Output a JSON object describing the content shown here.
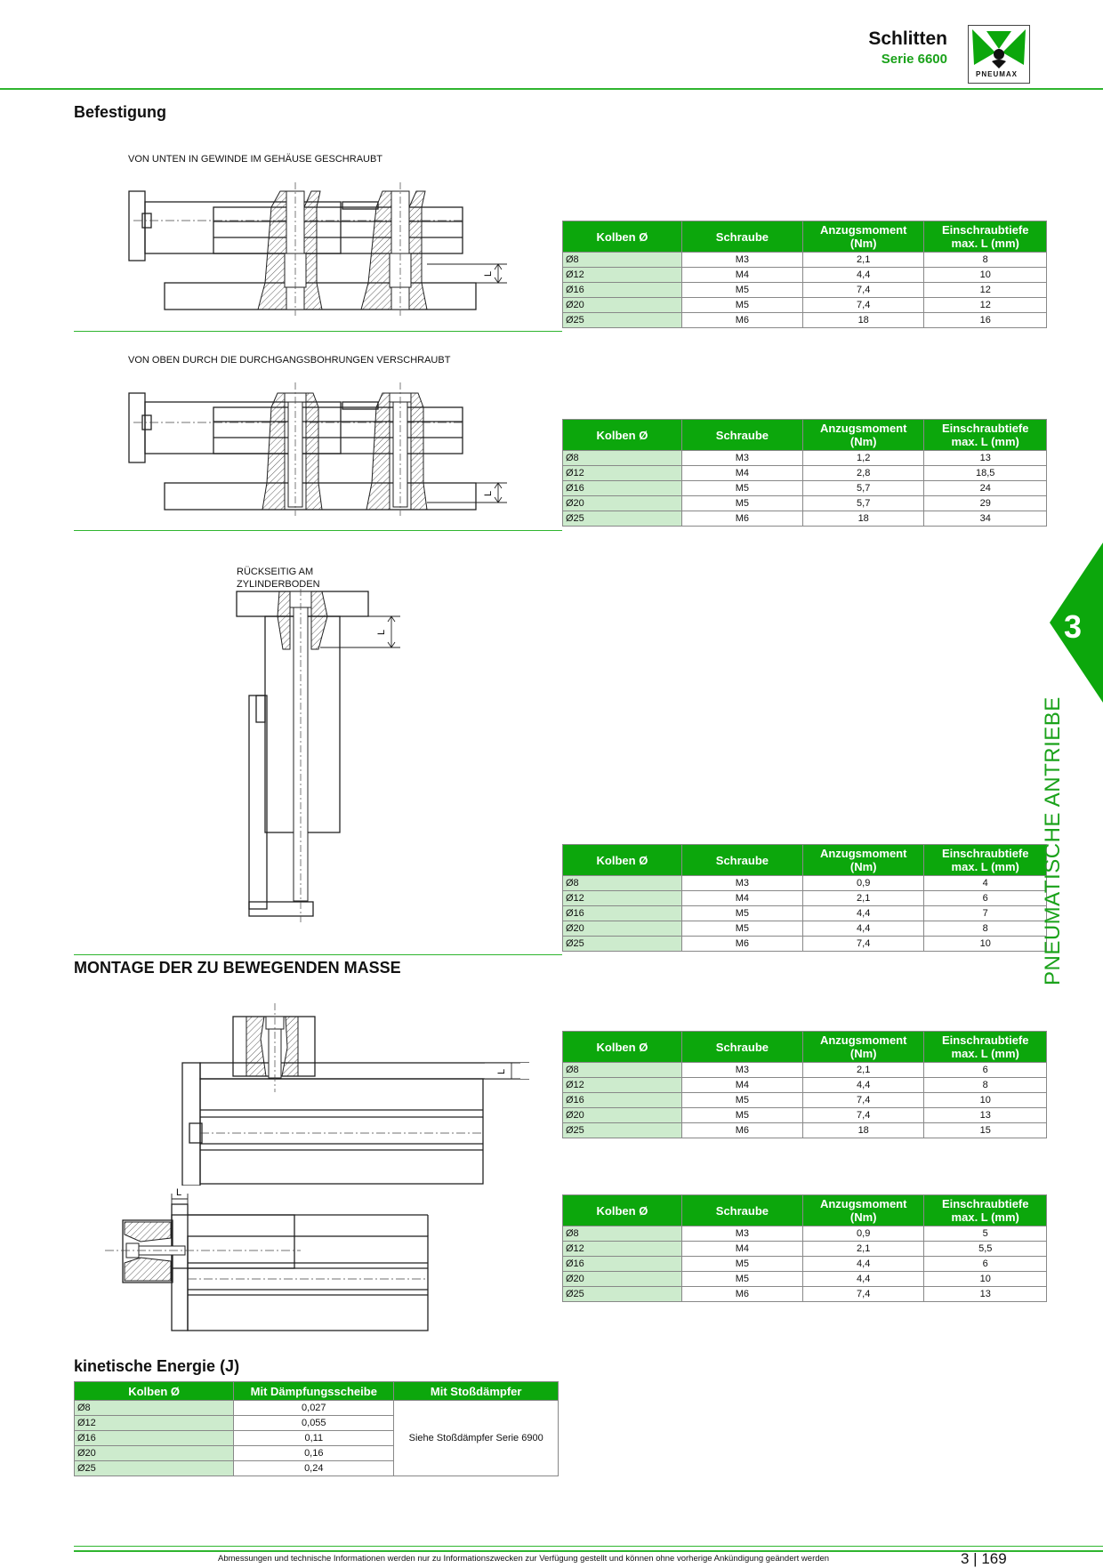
{
  "header": {
    "title": "Schlitten",
    "subtitle": "Serie 6600",
    "logo_text": "PNEUMAX"
  },
  "sections": {
    "befestigung": "Befestigung",
    "caption1": "VON UNTEN IN GEWINDE IM GEHÄUSE GESCHRAUBT",
    "caption2": "VON OBEN DURCH DIE DURCHGANGSBOHRUNGEN VERSCHRAUBT",
    "caption3_line1": "RÜCKSEITIG AM",
    "caption3_line2": "ZYLINDERBODEN",
    "montage": "MONTAGE DER ZU BEWEGENDEN MASSE",
    "kinetic": "kinetische Energie (J)"
  },
  "dim_label": "L",
  "spec_headers": {
    "kolben": "Kolben Ø",
    "schraube": "Schraube",
    "anzug_1": "Anzugsmoment",
    "anzug_2": "(Nm)",
    "einschraub_1": "Einschraubtiefe",
    "einschraub_2": "max. L (mm)"
  },
  "tables": [
    {
      "rows": [
        [
          "Ø8",
          "M3",
          "2,1",
          "8"
        ],
        [
          "Ø12",
          "M4",
          "4,4",
          "10"
        ],
        [
          "Ø16",
          "M5",
          "7,4",
          "12"
        ],
        [
          "Ø20",
          "M5",
          "7,4",
          "12"
        ],
        [
          "Ø25",
          "M6",
          "18",
          "16"
        ]
      ]
    },
    {
      "rows": [
        [
          "Ø8",
          "M3",
          "1,2",
          "13"
        ],
        [
          "Ø12",
          "M4",
          "2,8",
          "18,5"
        ],
        [
          "Ø16",
          "M5",
          "5,7",
          "24"
        ],
        [
          "Ø20",
          "M5",
          "5,7",
          "29"
        ],
        [
          "Ø25",
          "M6",
          "18",
          "34"
        ]
      ]
    },
    {
      "rows": [
        [
          "Ø8",
          "M3",
          "0,9",
          "4"
        ],
        [
          "Ø12",
          "M4",
          "2,1",
          "6"
        ],
        [
          "Ø16",
          "M5",
          "4,4",
          "7"
        ],
        [
          "Ø20",
          "M5",
          "4,4",
          "8"
        ],
        [
          "Ø25",
          "M6",
          "7,4",
          "10"
        ]
      ]
    },
    {
      "rows": [
        [
          "Ø8",
          "M3",
          "2,1",
          "6"
        ],
        [
          "Ø12",
          "M4",
          "4,4",
          "8"
        ],
        [
          "Ø16",
          "M5",
          "7,4",
          "10"
        ],
        [
          "Ø20",
          "M5",
          "7,4",
          "13"
        ],
        [
          "Ø25",
          "M6",
          "18",
          "15"
        ]
      ]
    },
    {
      "rows": [
        [
          "Ø8",
          "M3",
          "0,9",
          "5"
        ],
        [
          "Ø12",
          "M4",
          "2,1",
          "5,5"
        ],
        [
          "Ø16",
          "M5",
          "4,4",
          "6"
        ],
        [
          "Ø20",
          "M5",
          "4,4",
          "10"
        ],
        [
          "Ø25",
          "M6",
          "7,4",
          "13"
        ]
      ]
    }
  ],
  "kinetic_table": {
    "headers": [
      "Kolben Ø",
      "Mit Dämpfungsscheibe",
      "Mit Stoßdämpfer"
    ],
    "rows": [
      [
        "Ø8",
        "0,027"
      ],
      [
        "Ø12",
        "0,055"
      ],
      [
        "Ø16",
        "0,11"
      ],
      [
        "Ø20",
        "0,16"
      ],
      [
        "Ø25",
        "0,24"
      ]
    ],
    "note": "Siehe Stoßdämpfer Serie 6900"
  },
  "side_tab": {
    "number": "3",
    "label": "PNEUMATISCHE ANTRIEBE"
  },
  "footer": {
    "note": "Abmessungen und technische Informationen werden nur zu Informationszwecken zur Verfügung gestellt und können ohne vorherige Ankündigung geändert werden",
    "page": "3 | 169"
  },
  "colors": {
    "green": "#0ca70c",
    "light_green": "#cdebcd",
    "line_green": "#2fb52f"
  }
}
